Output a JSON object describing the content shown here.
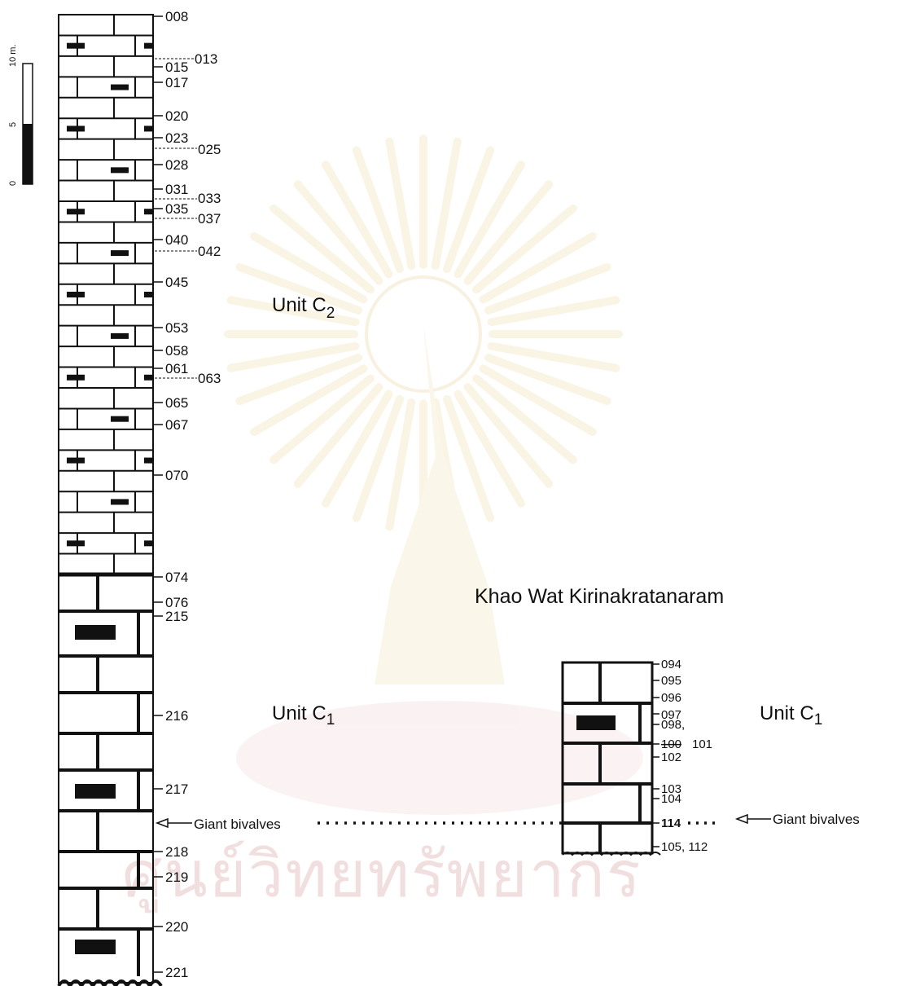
{
  "left_column": {
    "sample_labels": [
      "008",
      "013",
      "015",
      "017",
      "020",
      "023",
      "025",
      "028",
      "031",
      "033",
      "035",
      "037",
      "040",
      "042",
      "045",
      "053",
      "058",
      "061",
      "063",
      "065",
      "067",
      "070",
      "074",
      "076",
      "215",
      "216",
      "217",
      "218",
      "219",
      "220",
      "221"
    ],
    "unit_upper_base": "Unit C",
    "unit_upper_sub": "2",
    "unit_lower_base": "Unit C",
    "unit_lower_sub": "1",
    "marker_label": "Giant bivalves"
  },
  "right_column": {
    "title": "Khao Wat Kirinakratanaram",
    "sample_labels": [
      "094",
      "095",
      "096",
      "097",
      "098,",
      "100",
      "101",
      "102",
      "103",
      "104",
      "114",
      "105, 112"
    ],
    "unit_base": "Unit C",
    "unit_sub": "1",
    "marker_label": "Giant bivalves"
  },
  "scale_bar": {
    "labels": [
      "0",
      "5",
      "10 m."
    ]
  },
  "watermark_text": "ศูนย์วิทยทรัพยากร",
  "colors": {
    "ink": "#111111",
    "watermark": "#f1dede",
    "background": "#ffffff"
  }
}
